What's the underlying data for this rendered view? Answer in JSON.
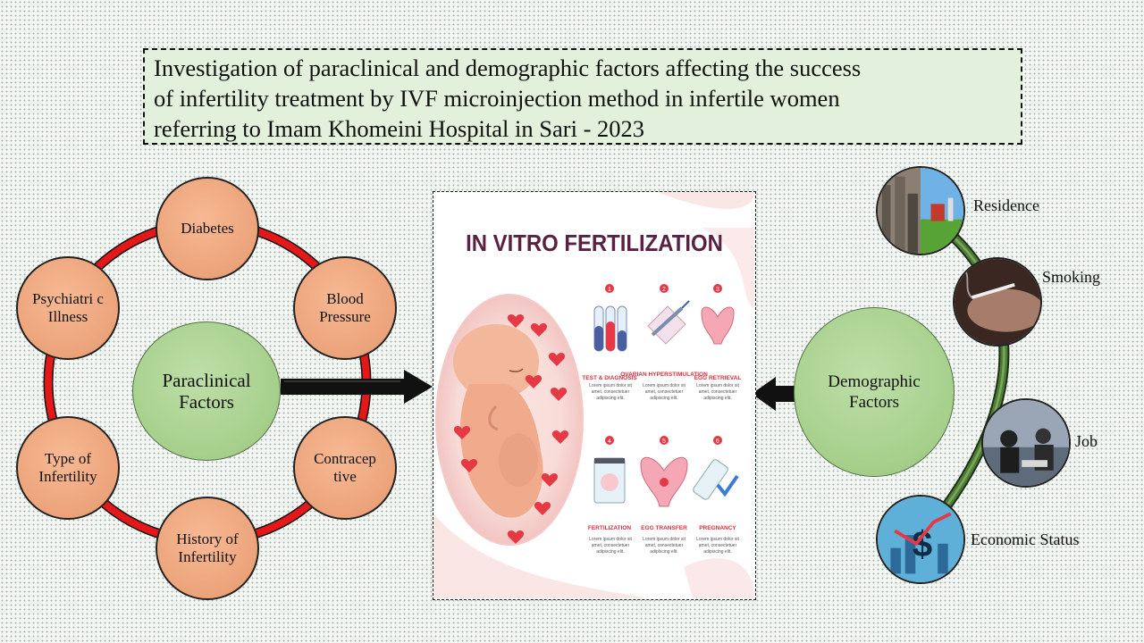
{
  "title": {
    "lines": [
      "Investigation of paraclinical and demographic factors affecting the success",
      "of infertility treatment by IVF microinjection method in infertile women",
      "referring to Imam Khomeini Hospital in Sari - 2023"
    ]
  },
  "paraclinical": {
    "center_label": "Paraclinical Factors",
    "ring_color": "#e41818",
    "factors": [
      "Diabetes",
      "Blood Pressure",
      "Contracep tive",
      "History of Infertility",
      "Type of Infertility",
      "Psychiatri c Illness"
    ]
  },
  "ivf": {
    "heading": "IN VITRO FERTILIZATION",
    "steps": [
      {
        "number": "1",
        "title": "TEST & DIAGNOSIS",
        "text": "Lorem ipsum dolor sit amet, consectetuer adipiscing elit."
      },
      {
        "number": "2",
        "title": "OVARIAN HYPERSTIMULATION",
        "text": "Lorem ipsum dolor sit amet, consectetuer adipiscing elit."
      },
      {
        "number": "3",
        "title": "EGG RETRIEVAL",
        "text": "Lorem ipsum dolor sit amet, consectetuer adipiscing elit."
      },
      {
        "number": "4",
        "title": "FERTILIZATION",
        "text": "Lorem ipsum dolor sit amet, consectetuer adipiscing elit."
      },
      {
        "number": "5",
        "title": "EGG TRANSFER",
        "text": "Lorem ipsum dolor sit amet, consectetuer adipiscing elit."
      },
      {
        "number": "6",
        "title": "PREGNANCY",
        "text": "Lorem ipsum dolor sit amet, consectetuer adipiscing elit."
      }
    ]
  },
  "demographic": {
    "center_label": "Demographic Factors",
    "arc_color": "#3e6c2a",
    "factors": [
      "Residence",
      "Smoking",
      "Job",
      "Economic Status"
    ]
  }
}
